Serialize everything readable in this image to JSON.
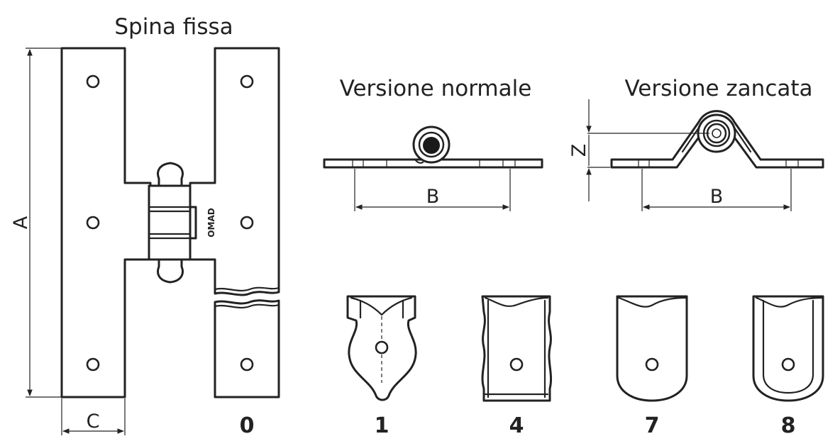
{
  "labels": {
    "title_main": "Spina fissa",
    "title_normal": "Versione normale",
    "title_zancata": "Versione zancata",
    "dim_a": "A",
    "dim_b": "B",
    "dim_c": "C",
    "dim_z": "Z",
    "logo": "OMAD"
  },
  "variants": [
    "0",
    "1",
    "4",
    "7",
    "8"
  ],
  "colors": {
    "line": "#222222",
    "background": "#ffffff"
  }
}
